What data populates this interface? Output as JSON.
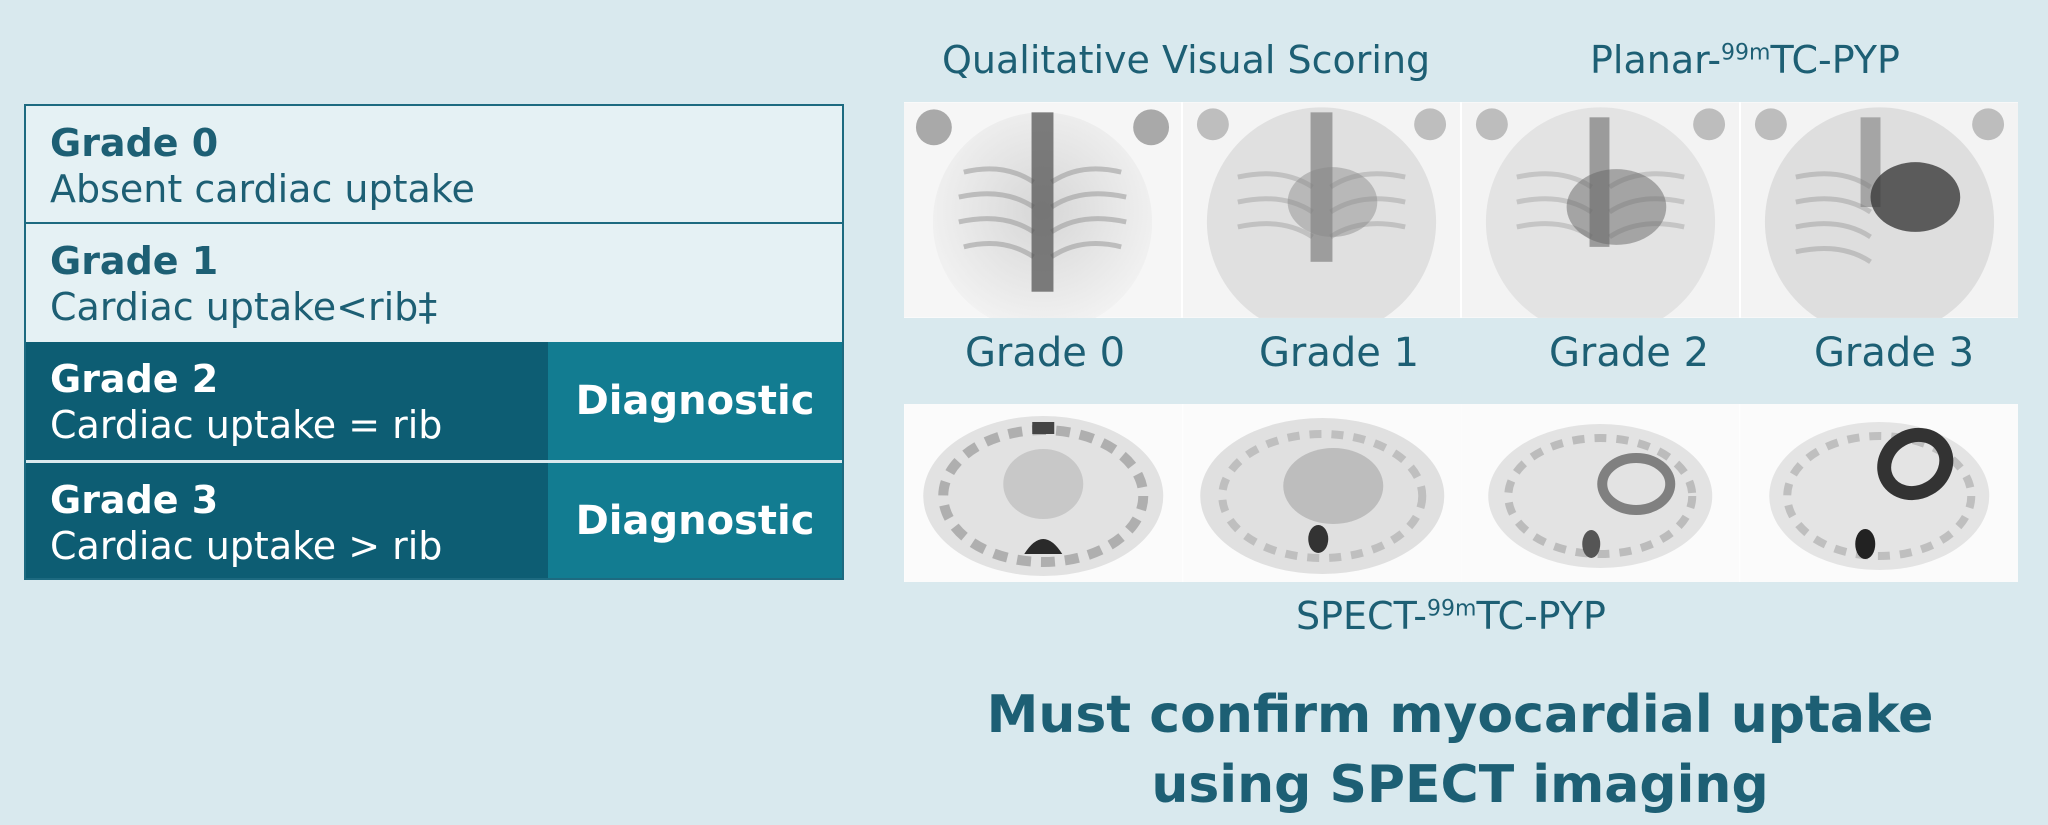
{
  "grades": [
    {
      "title": "Grade 0",
      "description": "Absent cardiac uptake",
      "badge": ""
    },
    {
      "title": "Grade 1",
      "description": "Cardiac uptake<rib‡",
      "badge": ""
    },
    {
      "title": "Grade 2",
      "description": "Cardiac uptake = rib",
      "badge": "Diagnostic"
    },
    {
      "title": "Grade 3",
      "description": "Cardiac uptake > rib",
      "badge": "Diagnostic"
    }
  ],
  "top_captions": {
    "left": "Qualitative Visual Scoring",
    "right_prefix": "Planar-",
    "right_sup": "99m",
    "right_suffix": "TC-PYP"
  },
  "image_grade_labels": [
    "Grade 0",
    "Grade 1",
    "Grade 2",
    "Grade 3"
  ],
  "spect_caption": {
    "prefix": "SPECT-",
    "sup": "99m",
    "suffix": "TC-PYP"
  },
  "conclusion": {
    "line1": "Must confirm myocardial uptake",
    "line2": "using SPECT imaging"
  },
  "colors": {
    "background": "#d9e9ee",
    "text": "#1d5f74",
    "dark_row": "#0d5d73",
    "badge": "#127c91"
  }
}
